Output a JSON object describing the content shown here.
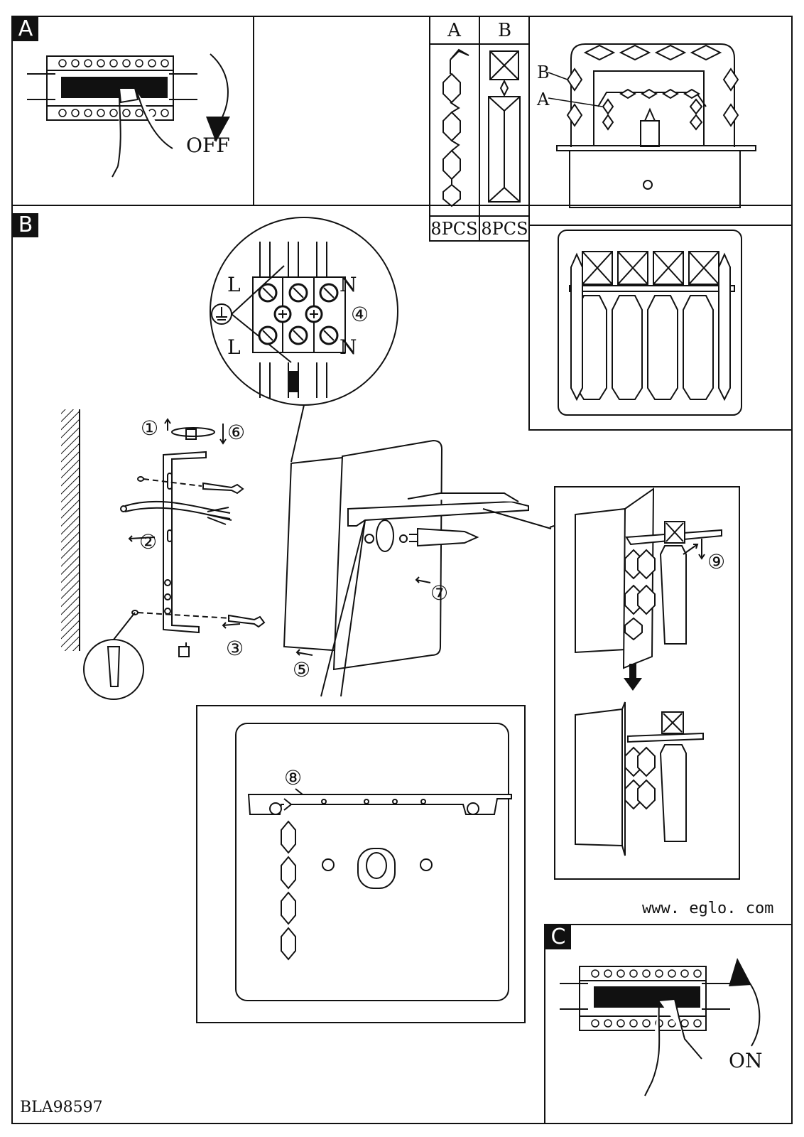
{
  "panels": {
    "a": "A",
    "b": "B",
    "c": "C"
  },
  "switch": {
    "off": "OFF",
    "on": "ON"
  },
  "parts": {
    "col_a": "A",
    "col_b": "B",
    "qty_a": "8PCS",
    "qty_b": "8PCS"
  },
  "callouts": {
    "b": "B",
    "a": "A"
  },
  "terminal": {
    "l_top": "L",
    "l_bottom": "L",
    "n_top": "N",
    "n_bottom": "N",
    "step4": "④"
  },
  "steps": {
    "s1": "①",
    "s2": "②",
    "s3": "③",
    "s5": "⑤",
    "s6": "⑥",
    "s7": "⑦",
    "s8": "⑧",
    "s9": "⑨"
  },
  "website": "www. eglo. com",
  "code": "BLA98597"
}
